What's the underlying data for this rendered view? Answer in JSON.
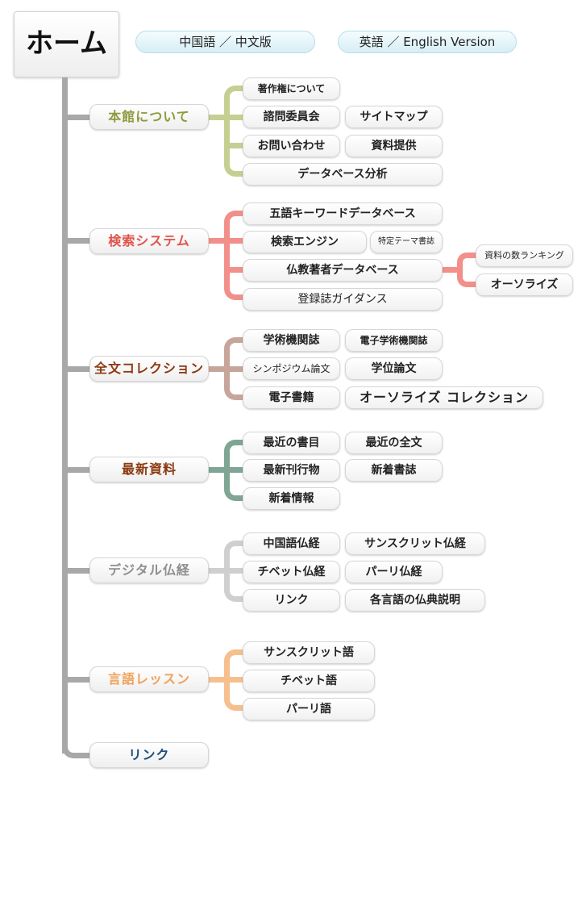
{
  "header": {
    "home": "ホーム",
    "chinese_version": "中国語 ／ 中文版",
    "english_version": "英語 ／ English Version"
  },
  "colors": {
    "trunk": "#a8a8a8",
    "about": "#c6cf92",
    "search": "#f28f8a",
    "fulltext": "#c8a59a",
    "latest": "#7fa595",
    "digital": "#cfcfcf",
    "lessons": "#f6bf8d"
  },
  "about": {
    "label": "本館について",
    "copyright": "著作権について",
    "advisory": "諮問委員会",
    "sitemap": "サイトマップ",
    "contact": "お問い合わせ",
    "provide": "資料提供",
    "analysis": "データベース分析"
  },
  "search": {
    "label": "検索システム",
    "keyword_db": "五語キーワードデータベース",
    "engine": "検索エンジン",
    "theme_journals": "特定テーマ書誌",
    "author_db": "仏教著者データベース",
    "ranking": "資料の数ランキング",
    "authorize": "オーソライズ",
    "guidance": "登録誌ガイダンス"
  },
  "fulltext": {
    "label": "全文コレクション",
    "journals": "学術機関誌",
    "e_journals": "電子学術機関誌",
    "symposium": "シンポジウム論文",
    "theses": "学位論文",
    "e_books": "電子書籍",
    "authorized_collection": "オーソライズ コレクション"
  },
  "latest": {
    "label": "最新資料",
    "bibliography": "最近の書目",
    "fulltexts": "最近の全文",
    "publications": "最新刊行物",
    "new_books": "新着書誌",
    "news": "新着情報"
  },
  "digital": {
    "label": "デジタル仏経",
    "chinese": "中国語仏経",
    "sanskrit": "サンスクリット仏経",
    "tibetan": "チベット仏経",
    "pali": "パーリ仏経",
    "links": "リンク",
    "descriptions": "各言語の仏典説明"
  },
  "lessons": {
    "label": "言語レッスン",
    "sanskrit": "サンスクリット語",
    "tibetan": "チベット語",
    "pali": "パーリ語"
  },
  "links": {
    "label": "リンク"
  }
}
